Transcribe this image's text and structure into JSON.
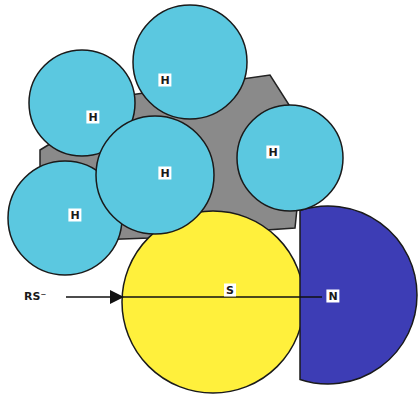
{
  "diagram": {
    "nodes": [
      {
        "text": [
          "H"
        ]
      },
      {
        "text": [
          "H"
        ]
      },
      {
        "text": [
          "H"
        ]
      },
      {
        "text": [
          "H"
        ]
      },
      {
        "text": [
          "H"
        ]
      },
      {
        "text": [
          "S"
        ]
      },
      {
        "text": [
          "N"
        ]
      }
    ],
    "labels": [
      "RS⁻"
    ]
  }
}
